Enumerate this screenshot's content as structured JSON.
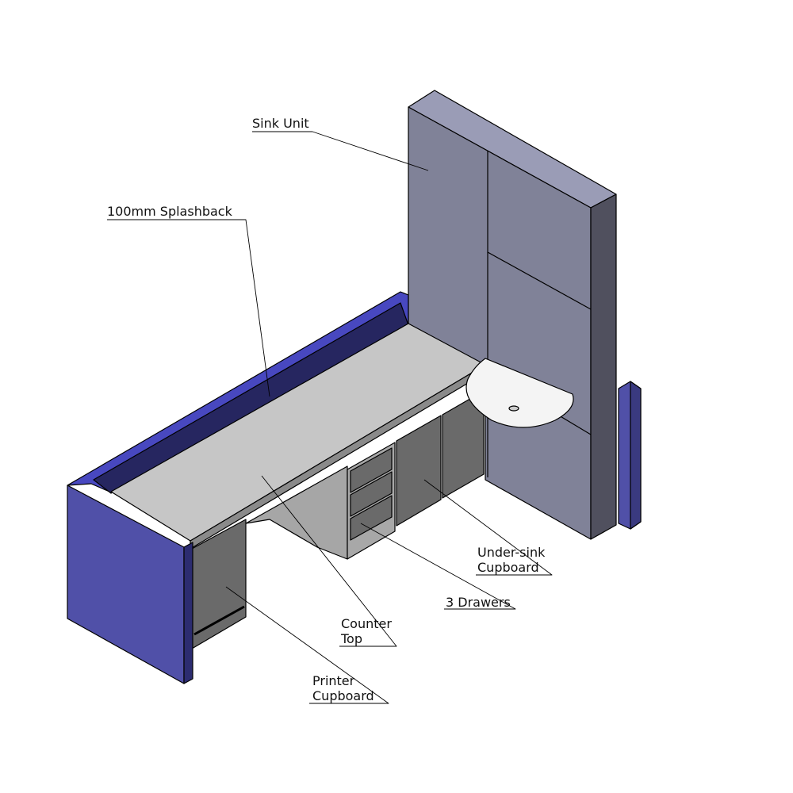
{
  "labels": {
    "sink_unit": "Sink Unit",
    "splashback": "100mm Splashback",
    "under_sink_1": "Under-sink",
    "under_sink_2": "Cupboard",
    "drawers": "3 Drawers",
    "counter_1": "Counter",
    "counter_2": "Top",
    "printer_1": "Printer",
    "printer_2": "Cupboard"
  },
  "colors": {
    "blue_panel": "#5050a8",
    "unit_front": "#808298",
    "unit_top": "#9a9cb6",
    "unit_side": "#50505e",
    "counter": "#c6c6c6",
    "cupboard": "#6a6a6a"
  }
}
